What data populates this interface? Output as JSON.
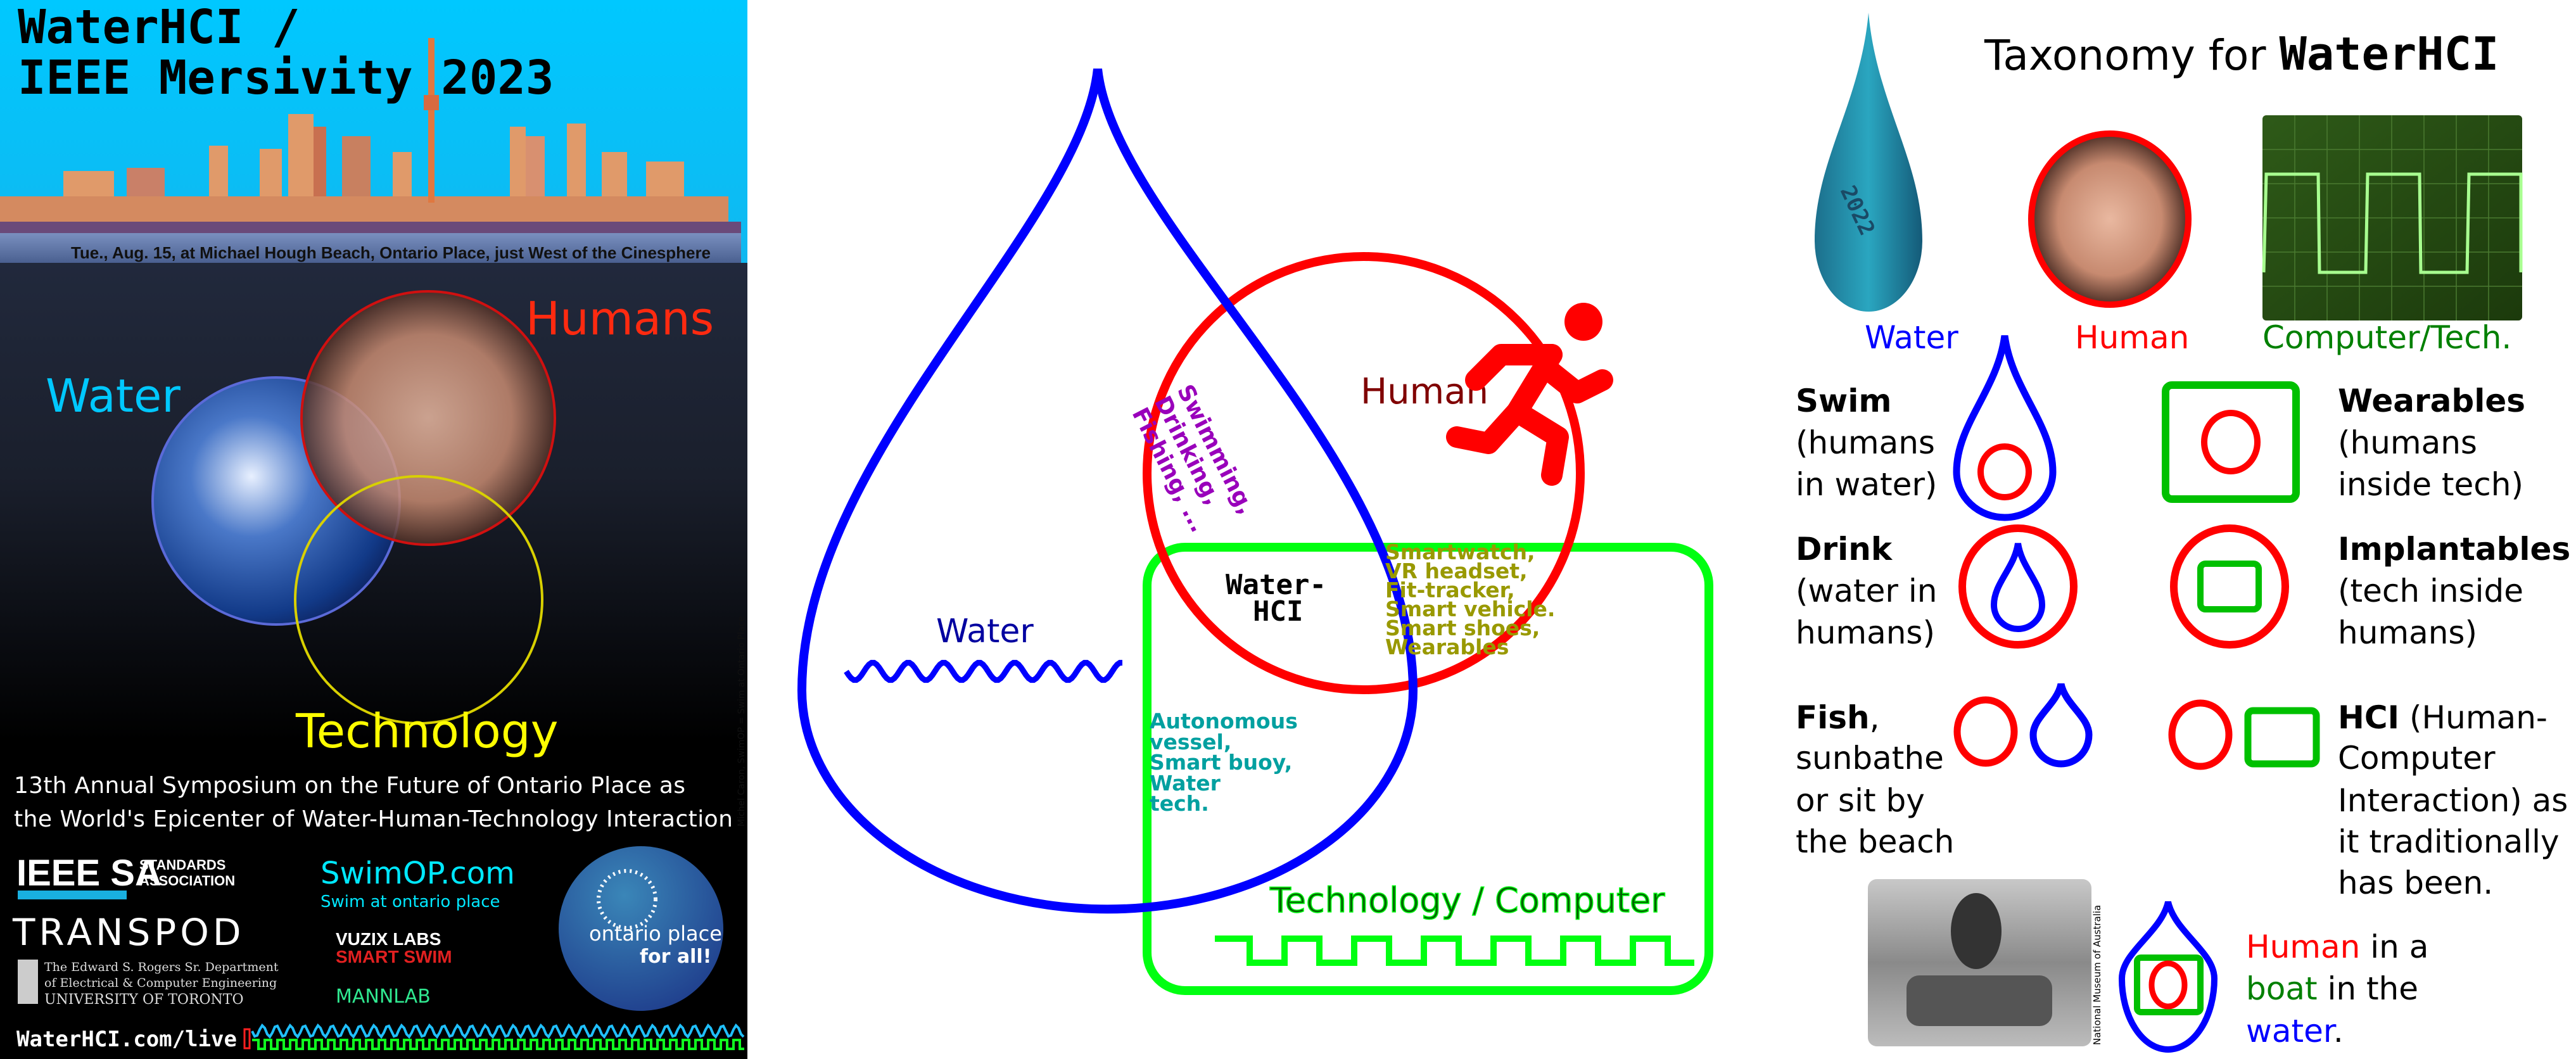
{
  "poster": {
    "title_line1": "WaterHCI /",
    "title_line2": "IEEE Mersivity 2023",
    "photo_credit": "Michel Caron, SwimOP = Swim at Ontario Place",
    "date_location": "Tue., Aug. 15, at Michael Hough Beach, Ontario Place, just West of the Cinesphere",
    "label_humans": "Humans",
    "label_water": "Water",
    "label_technology": "Technology",
    "symposium_line1": "13th Annual Symposium on the Future of Ontario Place as",
    "symposium_line2": "the World's Epicenter of Water-Human-Technology Interaction",
    "sponsors": {
      "ieee_sa": "IEEE SA",
      "ieee_sa_sub1": "STANDARDS",
      "ieee_sa_sub2": "ASSOCIATION",
      "transpod": "TRANSPOD",
      "uoft_line1": "The Edward S. Rogers Sr. Department",
      "uoft_line2": "of Electrical & Computer Engineering",
      "uoft_line3": "UNIVERSITY OF TORONTO",
      "swimop": "SwimOP.com",
      "swimop_sub": "Swim at ontario place",
      "vuzix": "VUZIX LABS",
      "smart_swim": "SMART SWIM",
      "mannlab": "MANNLAB",
      "ontario_place": "ontario place",
      "for_all": "for all!"
    },
    "url": "WaterHCI.com/live"
  },
  "venn": {
    "water_label": "Water",
    "human_label": "Human",
    "tech_label": "Technology / Computer",
    "center_line1": "Water-",
    "center_line2": "HCI",
    "water_human": [
      "Swimming,",
      "Drinking,",
      "Fishing, ..."
    ],
    "human_tech": [
      "Smartwatch,",
      "VR headset,",
      "Fit-tracker,",
      "Smart vehicle.",
      "Smart shoes,",
      "Wearables"
    ],
    "water_tech": [
      "Autonomous",
      "vessel,",
      "Smart buoy,",
      "Water",
      "tech."
    ],
    "colors": {
      "water": "#0000ff",
      "human": "#ff0000",
      "tech": "#00ff11"
    }
  },
  "taxonomy": {
    "title_prefix": "Taxonomy for ",
    "title_bold": "WaterHCI",
    "drop_image_text": "2022",
    "water_label": "Water",
    "human_label": "Human",
    "tech_label": "Computer/Tech.",
    "swim": {
      "bold": "Swim",
      "lines": [
        "(humans",
        "in water)"
      ]
    },
    "wearables": {
      "bold": "Wearables",
      "lines": [
        "(humans",
        "inside tech)"
      ]
    },
    "drink": {
      "bold": "Drink",
      "lines": [
        "(water in",
        "humans)"
      ]
    },
    "implantables": {
      "bold": "Implantables",
      "lines": [
        "(tech inside",
        "humans)"
      ]
    },
    "fish": {
      "bold": "Fish",
      "after": ",",
      "lines": [
        "sunbathe",
        "or sit by",
        "the beach"
      ]
    },
    "hci": {
      "bold": "HCI",
      "after": " (Human-",
      "lines": [
        "Computer",
        "Interaction) as",
        "it traditionally",
        "has been."
      ]
    },
    "photo_credit": "National Museum of Australia",
    "boat": {
      "human": "Human",
      "in_a": " in a",
      "boat": "boat",
      "in_the": " in the",
      "water": "water",
      "period": "."
    }
  }
}
